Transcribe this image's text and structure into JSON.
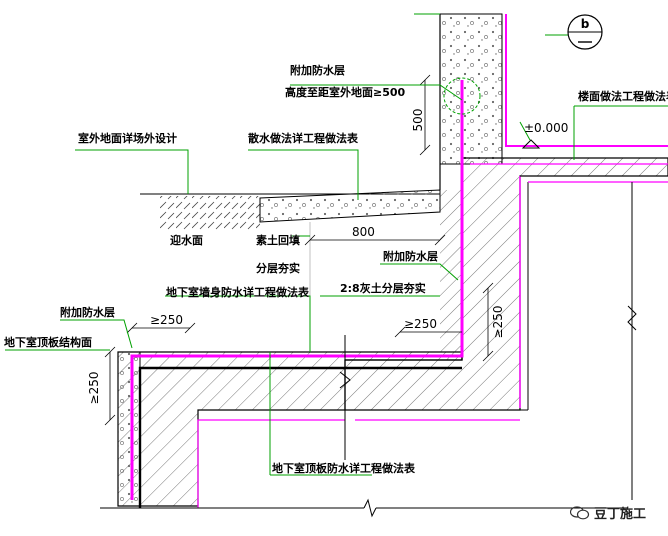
{
  "labels": {
    "add_waterproof_top": "附加防水层",
    "height_note": "高度至距室外地面≥500",
    "outdoor_ground": "室外地面详场外设计",
    "apron_detail": "散水做法详工程做法表",
    "floor_detail": "楼面做法工程做法表",
    "elevation": "±0.000",
    "dim_500": "500",
    "dim_800": "800",
    "seepage_face": "迎水面",
    "plain_soil_1": "素土回填",
    "plain_soil_2": "分层夯实",
    "add_waterproof_mid": "附加防水层",
    "lime_soil": "2:8灰土分层夯实",
    "wall_detail": "地下室墙身防水详工程做法表",
    "add_waterproof_left": "附加防水层",
    "roof_surface": "地下室顶板结构面",
    "dim_ge250_a": "≥250",
    "dim_ge250_b": "≥250",
    "dim_ge250_c": "≥250",
    "dim_ge250_d": "≥250",
    "roof_detail": "地下室顶板防水详工程做法表",
    "detail_mark": "b",
    "watermark": "豆丁施工"
  },
  "colors": {
    "line": "#000000",
    "leader": "#00a000",
    "waterproof": "#ff00ff",
    "hatch": "#444444"
  }
}
